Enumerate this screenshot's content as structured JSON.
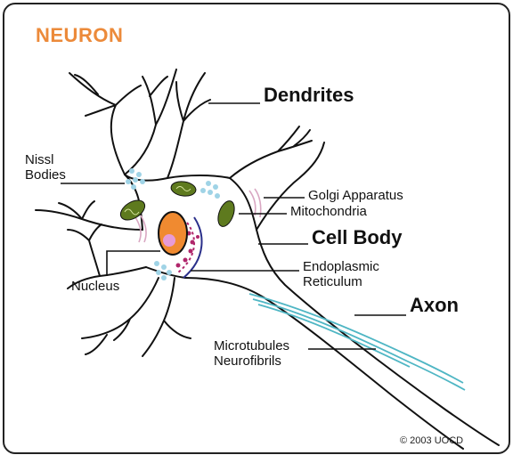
{
  "title": "NEURON",
  "labels": {
    "dendrites": "Dendrites",
    "nissl_bodies": [
      "Nissl",
      "Bodies"
    ],
    "golgi_apparatus": "Golgi Apparatus",
    "mitochondria": "Mitochondria",
    "cell_body": "Cell Body",
    "endoplasmic_reticulum": [
      "Endoplasmic",
      "Reticulum"
    ],
    "nucleus": "Nucleus",
    "axon": "Axon",
    "microtubules_neurofibrils": [
      "Microtubules",
      "Neurofibrils"
    ]
  },
  "copyright": "© 2003 UOCD",
  "colors": {
    "title": "#ec8a3a",
    "nucleus": "#f08a30",
    "nucleolus": "#e79bd6",
    "mitochondria": "#5e7a1e",
    "nissl": "#9fd3e6",
    "er": "#b0266b",
    "golgi": "#d9a7c2",
    "microtubules": "#4fb6c4"
  }
}
